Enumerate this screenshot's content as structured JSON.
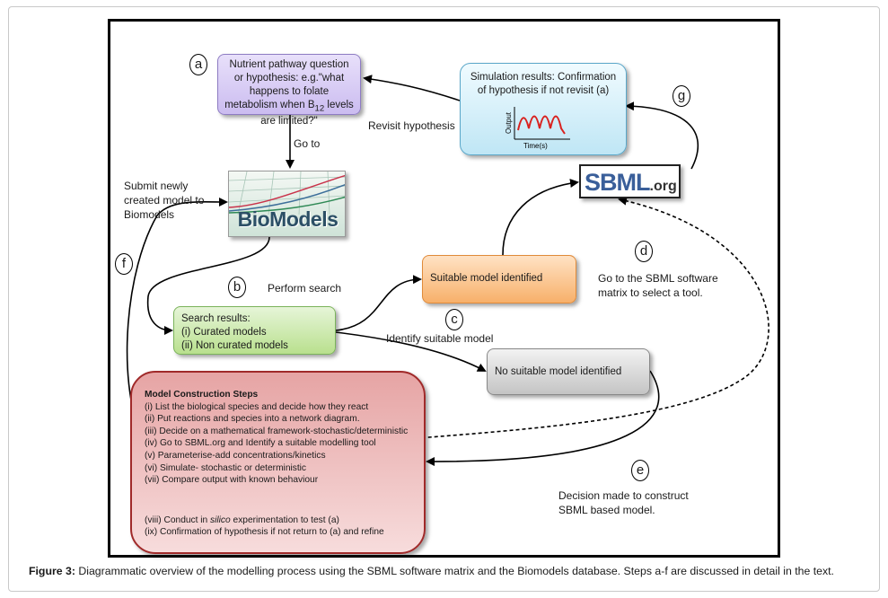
{
  "nodes": {
    "question": "Nutrient pathway question or hypothesis: e.g.\"what happens to folate metabolism when B",
    "question_sub": "12",
    "question_end": " levels are limited?\"",
    "simulation": "Simulation results: Confirmation of hypothesis if not revisit (a)",
    "suitable": "Suitable model identified",
    "search_title": "Search results:",
    "search_l1": "(i) Curated models",
    "search_l2": "(ii) Non curated models",
    "no_suitable": "No suitable model identified",
    "biomodels_logo": "BioModels",
    "sbml_logo_main": "SBML",
    "sbml_logo_tld": ".org"
  },
  "plot": {
    "ylabel": "Output",
    "xlabel": "Time(s)",
    "line_color": "#d9211e"
  },
  "steps": {
    "title": "Model Construction Steps",
    "s1": "(i) List the biological species and decide how they react",
    "s2": "(ii) Put reactions and species into a network diagram.",
    "s3": "(iii) Decide on a mathematical framework-stochastic/deterministic",
    "s4": "(iv) Go to SBML.org and Identify a suitable modelling tool",
    "s5": "(v) Parameterise-add concentrations/kinetics",
    "s6": "(vi) Simulate- stochastic or deterministic",
    "s7": "(vii) Compare output with known behaviour",
    "s8_pre": "(viii) Conduct in ",
    "s8_it": "silico",
    "s8_post": " experimentation to test (a)",
    "s9": "(ix) Confirmation of hypothesis if not return to (a) and refine"
  },
  "labels": {
    "goto": "Go to",
    "revisit": "Revisit hypothesis",
    "submit": [
      "Submit newly",
      "created model to",
      "Biomodels"
    ],
    "perform": "Perform search",
    "identify": "Identify suitable model",
    "goto_sbml": [
      "Go to  the SBML software",
      "matrix  to select a tool."
    ],
    "decision": [
      "Decision made to construct",
      "SBML based model."
    ]
  },
  "markers": {
    "a": "a",
    "b": "b",
    "c": "c",
    "d": "d",
    "e": "e",
    "f": "f",
    "g": "g"
  },
  "caption": {
    "label": "Figure 3:",
    "text": " Diagrammatic overview of the modelling process using the SBML software matrix and the Biomodels database. Steps a-f are discussed in detail in the text."
  }
}
